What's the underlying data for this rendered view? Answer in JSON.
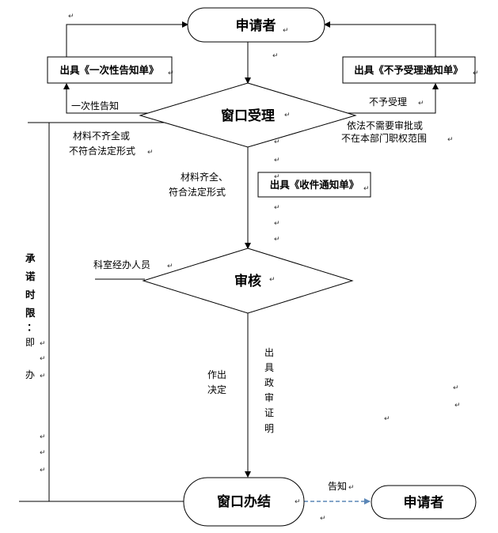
{
  "nodes": {
    "applicant_top": "申请者",
    "window_accept": "窗口受理",
    "review": "审核",
    "window_close": "窗口办结",
    "applicant_end": "申请者"
  },
  "documents": {
    "one_time_notice": "出具《一次性告知单》",
    "reject_notice": "出具《不予受理通知单》",
    "receipt_notice": "出具《收件通知单》"
  },
  "labels": {
    "one_time_inform": "一次性告知",
    "incomplete_line1": "材料不齐全或",
    "incomplete_line2": "不符合法定形式",
    "reject": "不予受理",
    "no_approval_line1": "依法不需要审批或",
    "no_approval_line2": "不在本部门职权范围",
    "complete_line1": "材料齐全、",
    "complete_line2": "符合法定形式",
    "staff": "科室经办人员",
    "decision_line1": "作出",
    "decision_line2": "决定",
    "certificate": [
      "出",
      "具",
      "政",
      "审",
      "证",
      "明"
    ],
    "inform": "告知",
    "time_limit": [
      "承",
      "诺",
      "时",
      "限",
      "：",
      "即",
      "办"
    ]
  },
  "paragraph_mark": "↵"
}
